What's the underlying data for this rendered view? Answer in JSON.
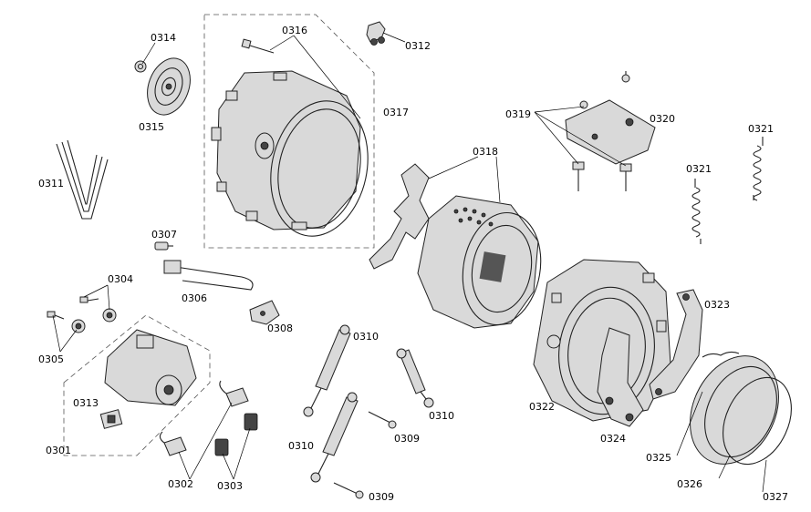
{
  "colors": {
    "background": "#ffffff",
    "line": "#222222",
    "fill": "#d9d9d9"
  },
  "parts": {
    "p0301": "0301",
    "p0302": "0302",
    "p0303": "0303",
    "p0304": "0304",
    "p0305": "0305",
    "p0306": "0306",
    "p0307": "0307",
    "p0308": "0308",
    "p0309a": "0309",
    "p0309b": "0309",
    "p0310a": "0310",
    "p0310b": "0310",
    "p0310c": "0310",
    "p0311": "0311",
    "p0312": "0312",
    "p0313": "0313",
    "p0314": "0314",
    "p0315": "0315",
    "p0316": "0316",
    "p0317": "0317",
    "p0318": "0318",
    "p0319": "0319",
    "p0320": "0320",
    "p0321a": "0321",
    "p0321b": "0321",
    "p0322": "0322",
    "p0323": "0323",
    "p0324": "0324",
    "p0325": "0325",
    "p0326": "0326",
    "p0327": "0327"
  }
}
